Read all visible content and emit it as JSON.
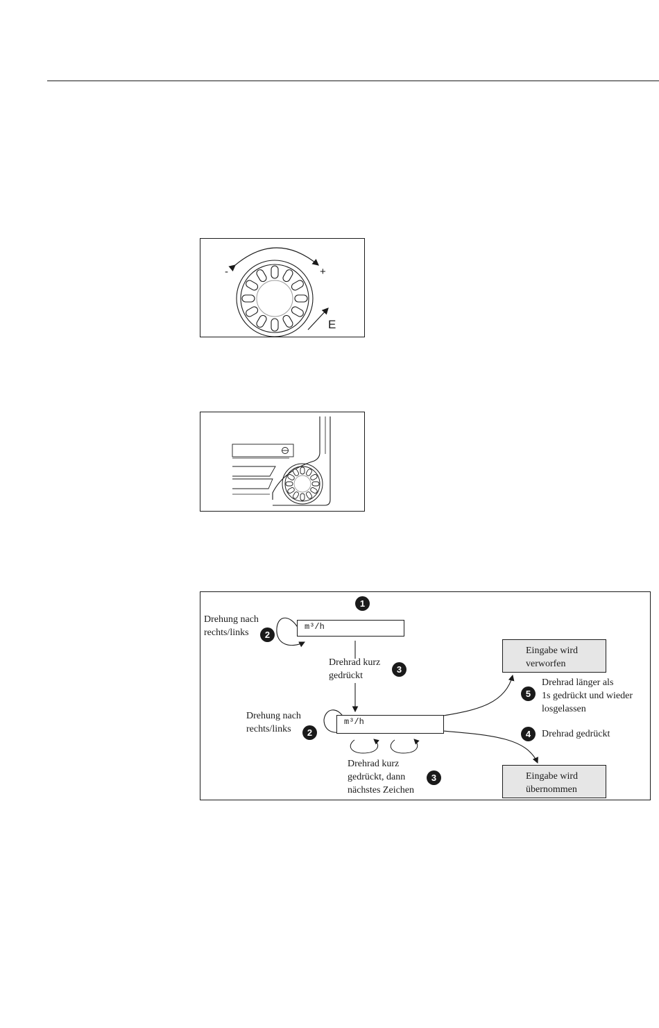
{
  "figure1": {
    "minus_label": "-",
    "plus_label": "+",
    "enter_label": "E"
  },
  "figure3": {
    "lcd_top": "m³/h",
    "lcd_bottom": "m³/h",
    "rotate_top": [
      "Drehung nach",
      "rechts/links"
    ],
    "rotate_bottom": [
      "Drehung nach",
      "rechts/links"
    ],
    "press_short": [
      "Drehrad kurz",
      "gedrückt"
    ],
    "press_next": [
      "Drehrad kurz",
      "gedrückt, dann",
      "nächstes Zeichen"
    ],
    "long_press": [
      "Drehrad länger als",
      "1s gedrückt und wieder",
      "losgelassen"
    ],
    "pressed": "Drehrad gedrückt",
    "box_discard": [
      "Eingabe wird",
      "verworfen"
    ],
    "box_accept": [
      "Eingabe wird",
      "übernommen"
    ],
    "steps": [
      "1",
      "2",
      "3",
      "4",
      "5"
    ]
  }
}
